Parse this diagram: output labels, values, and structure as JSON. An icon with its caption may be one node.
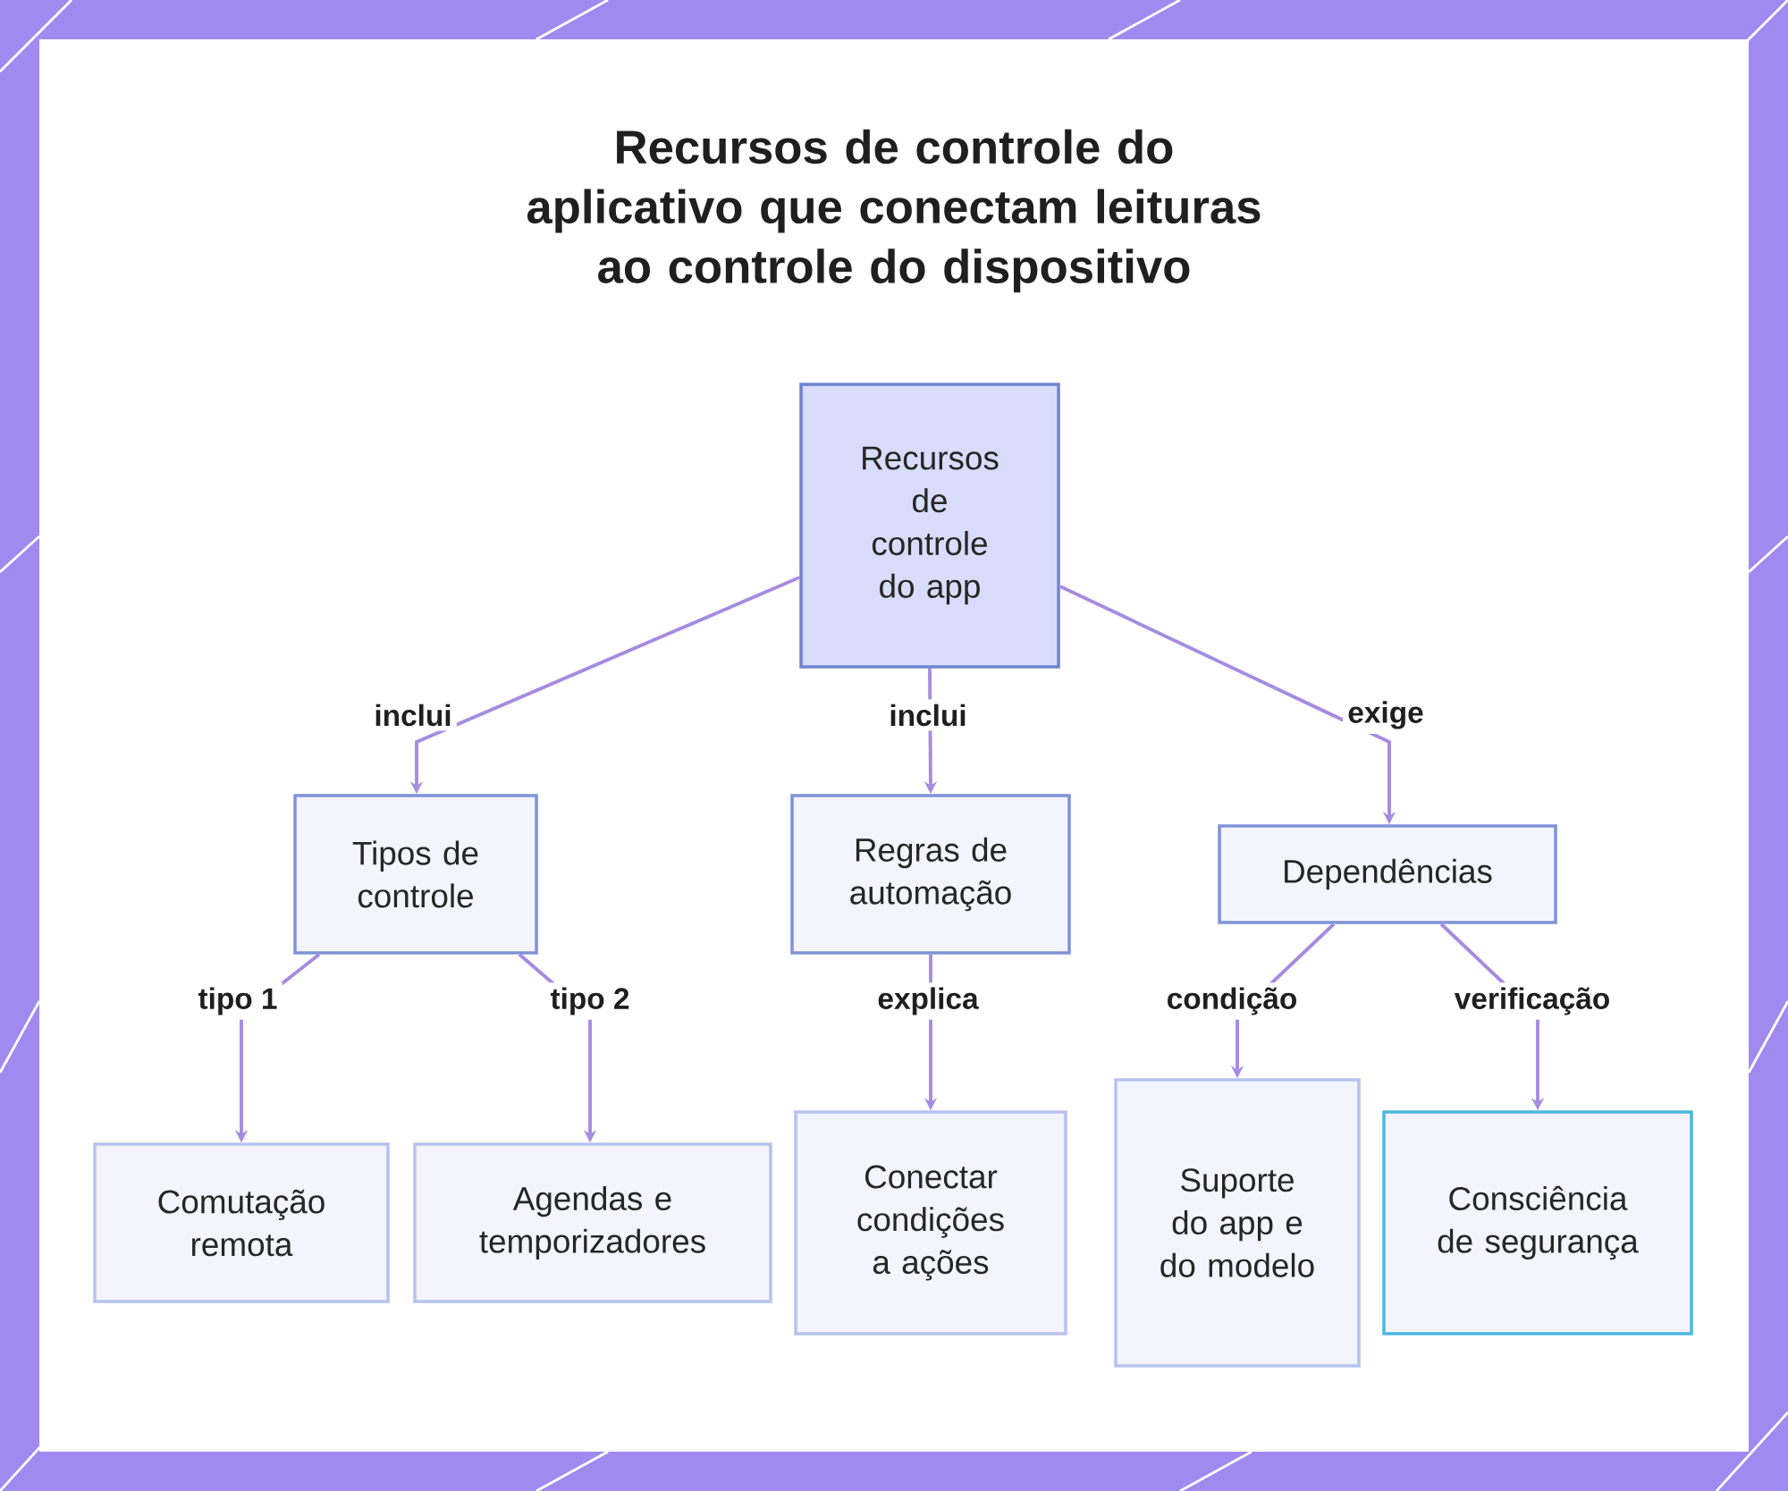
{
  "diagram": {
    "title": "Recursos de controle do aplicativo que conectam leituras ao controle do dispositivo",
    "nodes": [
      {
        "text": [
          "Recursos de controle do app"
        ]
      },
      {
        "text": [
          "Tipos de controle"
        ]
      },
      {
        "text": [
          "Regras de automação"
        ]
      },
      {
        "text": [
          "Dependências"
        ]
      },
      {
        "text": [
          "Comutação remota"
        ]
      },
      {
        "text": [
          "Agendas e temporizadores"
        ]
      },
      {
        "text": [
          "Conectar condições a ações"
        ]
      },
      {
        "text": [
          "Suporte do app e do modelo"
        ]
      },
      {
        "text": [
          "Consciência de segurança"
        ]
      }
    ],
    "edges": [
      {
        "from": 0,
        "to": 1,
        "arrow": "to",
        "label": "inclui"
      },
      {
        "from": 0,
        "to": 2,
        "arrow": "to",
        "label": "inclui"
      },
      {
        "from": 0,
        "to": 3,
        "arrow": "to",
        "label": "exige"
      },
      {
        "from": 1,
        "to": 4,
        "arrow": "to",
        "label": "tipo 1"
      },
      {
        "from": 1,
        "to": 5,
        "arrow": "to",
        "label": "tipo 2"
      },
      {
        "from": 2,
        "to": 6,
        "arrow": "to",
        "label": "explica"
      },
      {
        "from": 3,
        "to": 7,
        "arrow": "to",
        "label": "condição"
      },
      {
        "from": 3,
        "to": 8,
        "arrow": "to",
        "label": "verificação"
      }
    ]
  }
}
